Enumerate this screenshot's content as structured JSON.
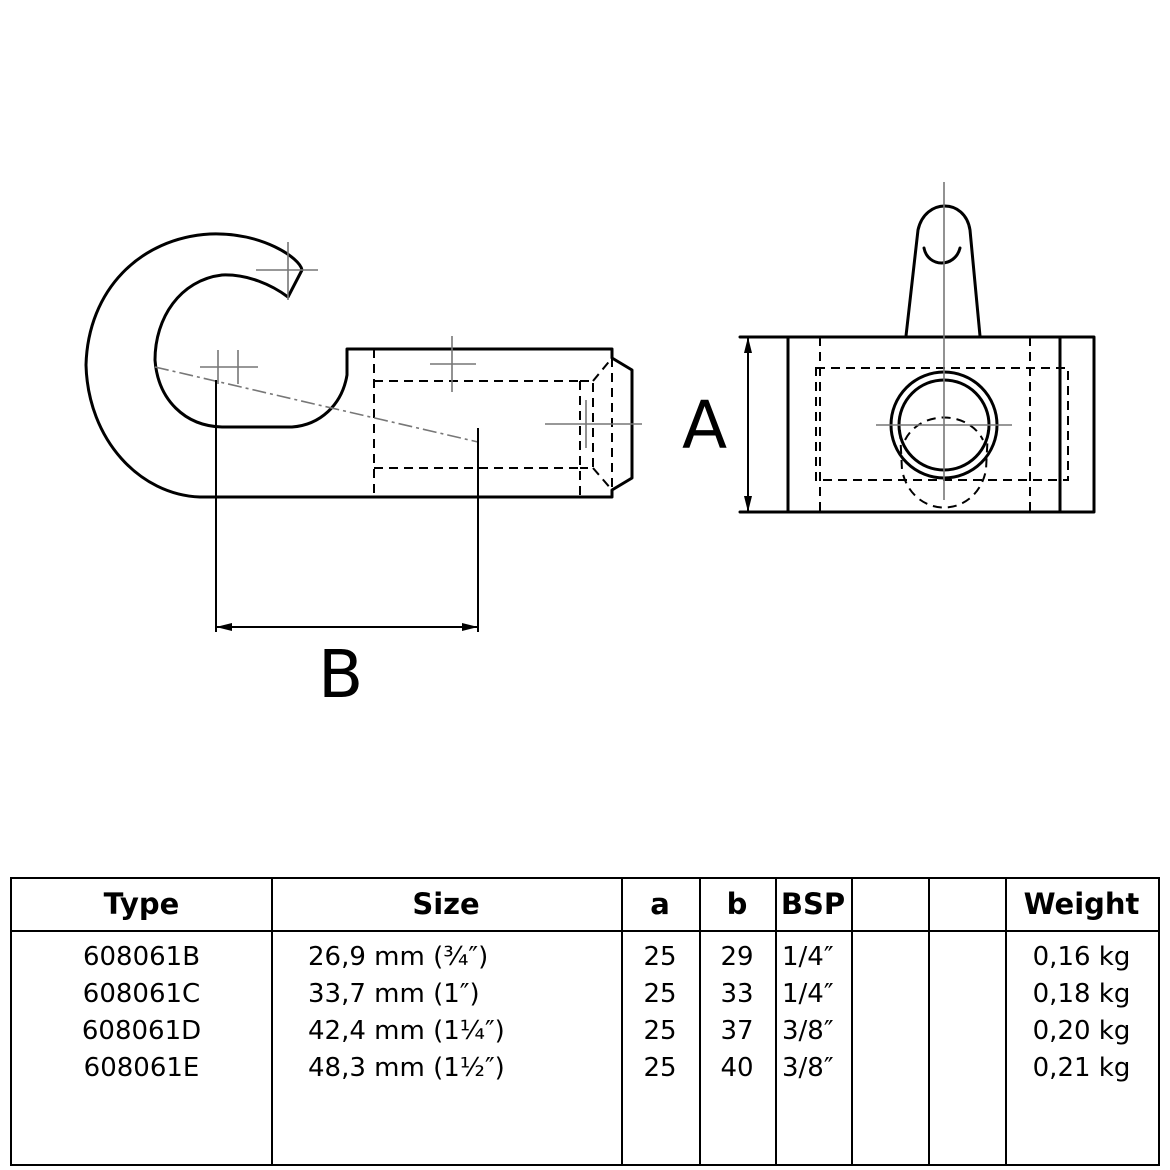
{
  "drawing": {
    "dimension_a_label": "A",
    "dimension_b_label": "B"
  },
  "table": {
    "headers": [
      "Type",
      "Size",
      "a",
      "b",
      "BSP",
      "",
      "",
      "Weight"
    ],
    "rows": [
      {
        "type": "608061B",
        "size": "26,9 mm (¾″)",
        "a": "25",
        "b": "29",
        "bsp": "1/4″",
        "weight": "0,16 kg"
      },
      {
        "type": "608061C",
        "size": "33,7 mm (1″)",
        "a": "25",
        "b": "33",
        "bsp": "1/4″",
        "weight": "0,18 kg"
      },
      {
        "type": "608061D",
        "size": "42,4 mm (1¼″)",
        "a": "25",
        "b": "37",
        "bsp": "3/8″",
        "weight": "0,20 kg"
      },
      {
        "type": "608061E",
        "size": "48,3 mm (1½″)",
        "a": "25",
        "b": "40",
        "bsp": "3/8″",
        "weight": "0,21 kg"
      }
    ]
  }
}
